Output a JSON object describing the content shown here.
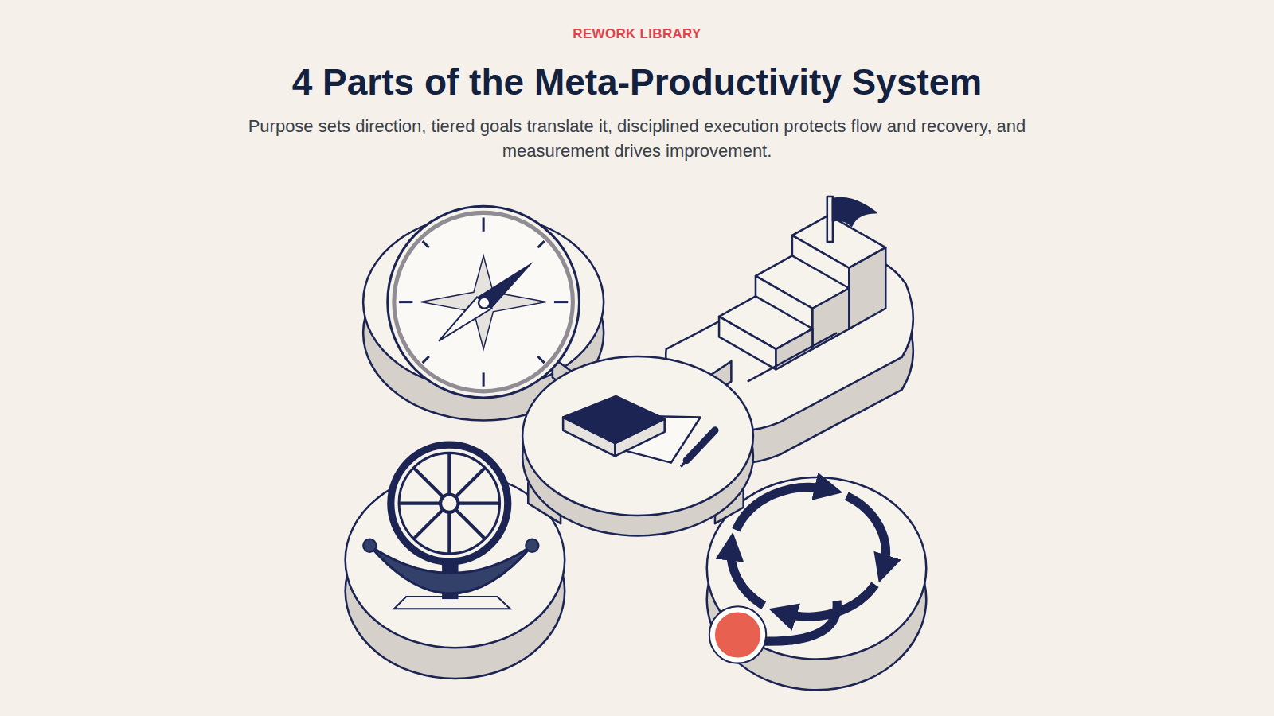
{
  "diagram": {
    "title": "4 Parts of the Meta-Productivity System",
    "caption": "Purpose sets direction, tiered goals translate it, disciplined execution protects flow and recovery, and measurement drives improvement.",
    "labels": [
      "REWORK LIBRARY"
    ]
  }
}
